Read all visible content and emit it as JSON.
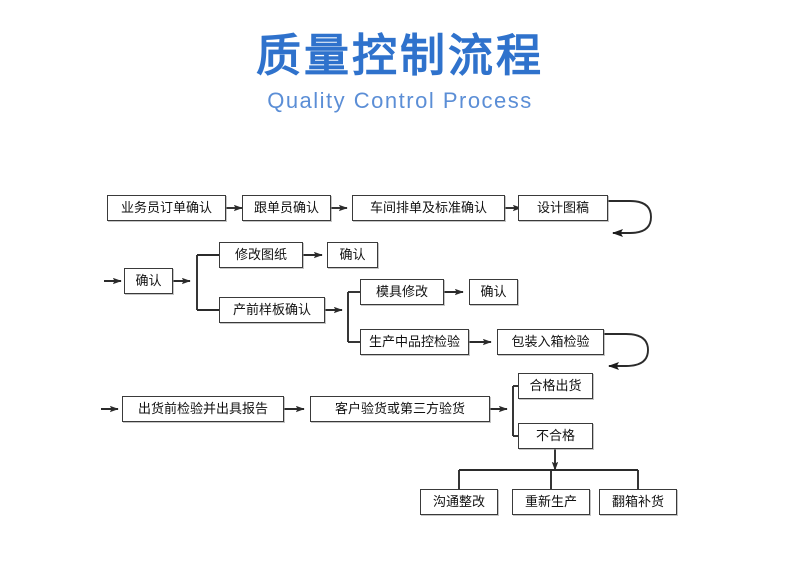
{
  "header": {
    "title": "质量控制流程",
    "subtitle": "Quality Control Process",
    "title_color": "#2f72cc",
    "subtitle_color": "#5b8ed6"
  },
  "diagram": {
    "type": "flowchart",
    "line_color": "#3a3a3a",
    "box_fill": "#ffffff",
    "text_color": "#111111",
    "rows": [
      {
        "row_name": "order-confirmation-row",
        "nodes": [
          "业务员订单确认",
          "跟单员确认",
          "车间排单及标准确认",
          "设计图稿"
        ],
        "loop_back": true
      },
      {
        "row_name": "sample-confirmation-row",
        "nodes": [
          "确认",
          "修改图纸",
          "确认",
          "产前样板确认",
          "模具修改",
          "确认",
          "生产中品控检验",
          "包装入箱检验"
        ],
        "loop_back": true
      },
      {
        "row_name": "inspection-row",
        "nodes": [
          "出货前检验并出具报告",
          "客户验货或第三方验货",
          "合格出货",
          "不合格",
          "沟通整改",
          "重新生产",
          "翻箱补货"
        ],
        "loop_back": false
      }
    ],
    "nodes": {
      "n1": "业务员订单确认",
      "n2": "跟单员确认",
      "n3": "车间排单及标准确认",
      "n4": "设计图稿",
      "n5": "确认",
      "n6": "修改图纸",
      "n7": "确认",
      "n8": "产前样板确认",
      "n9": "模具修改",
      "n10": "确认",
      "n11": "生产中品控检验",
      "n12": "包装入箱检验",
      "n13": "出货前检验并出具报告",
      "n14": "客户验货或第三方验货",
      "n15": "合格出货",
      "n16": "不合格",
      "n17": "沟通整改",
      "n18": "重新生产",
      "n19": "翻箱补货"
    }
  }
}
